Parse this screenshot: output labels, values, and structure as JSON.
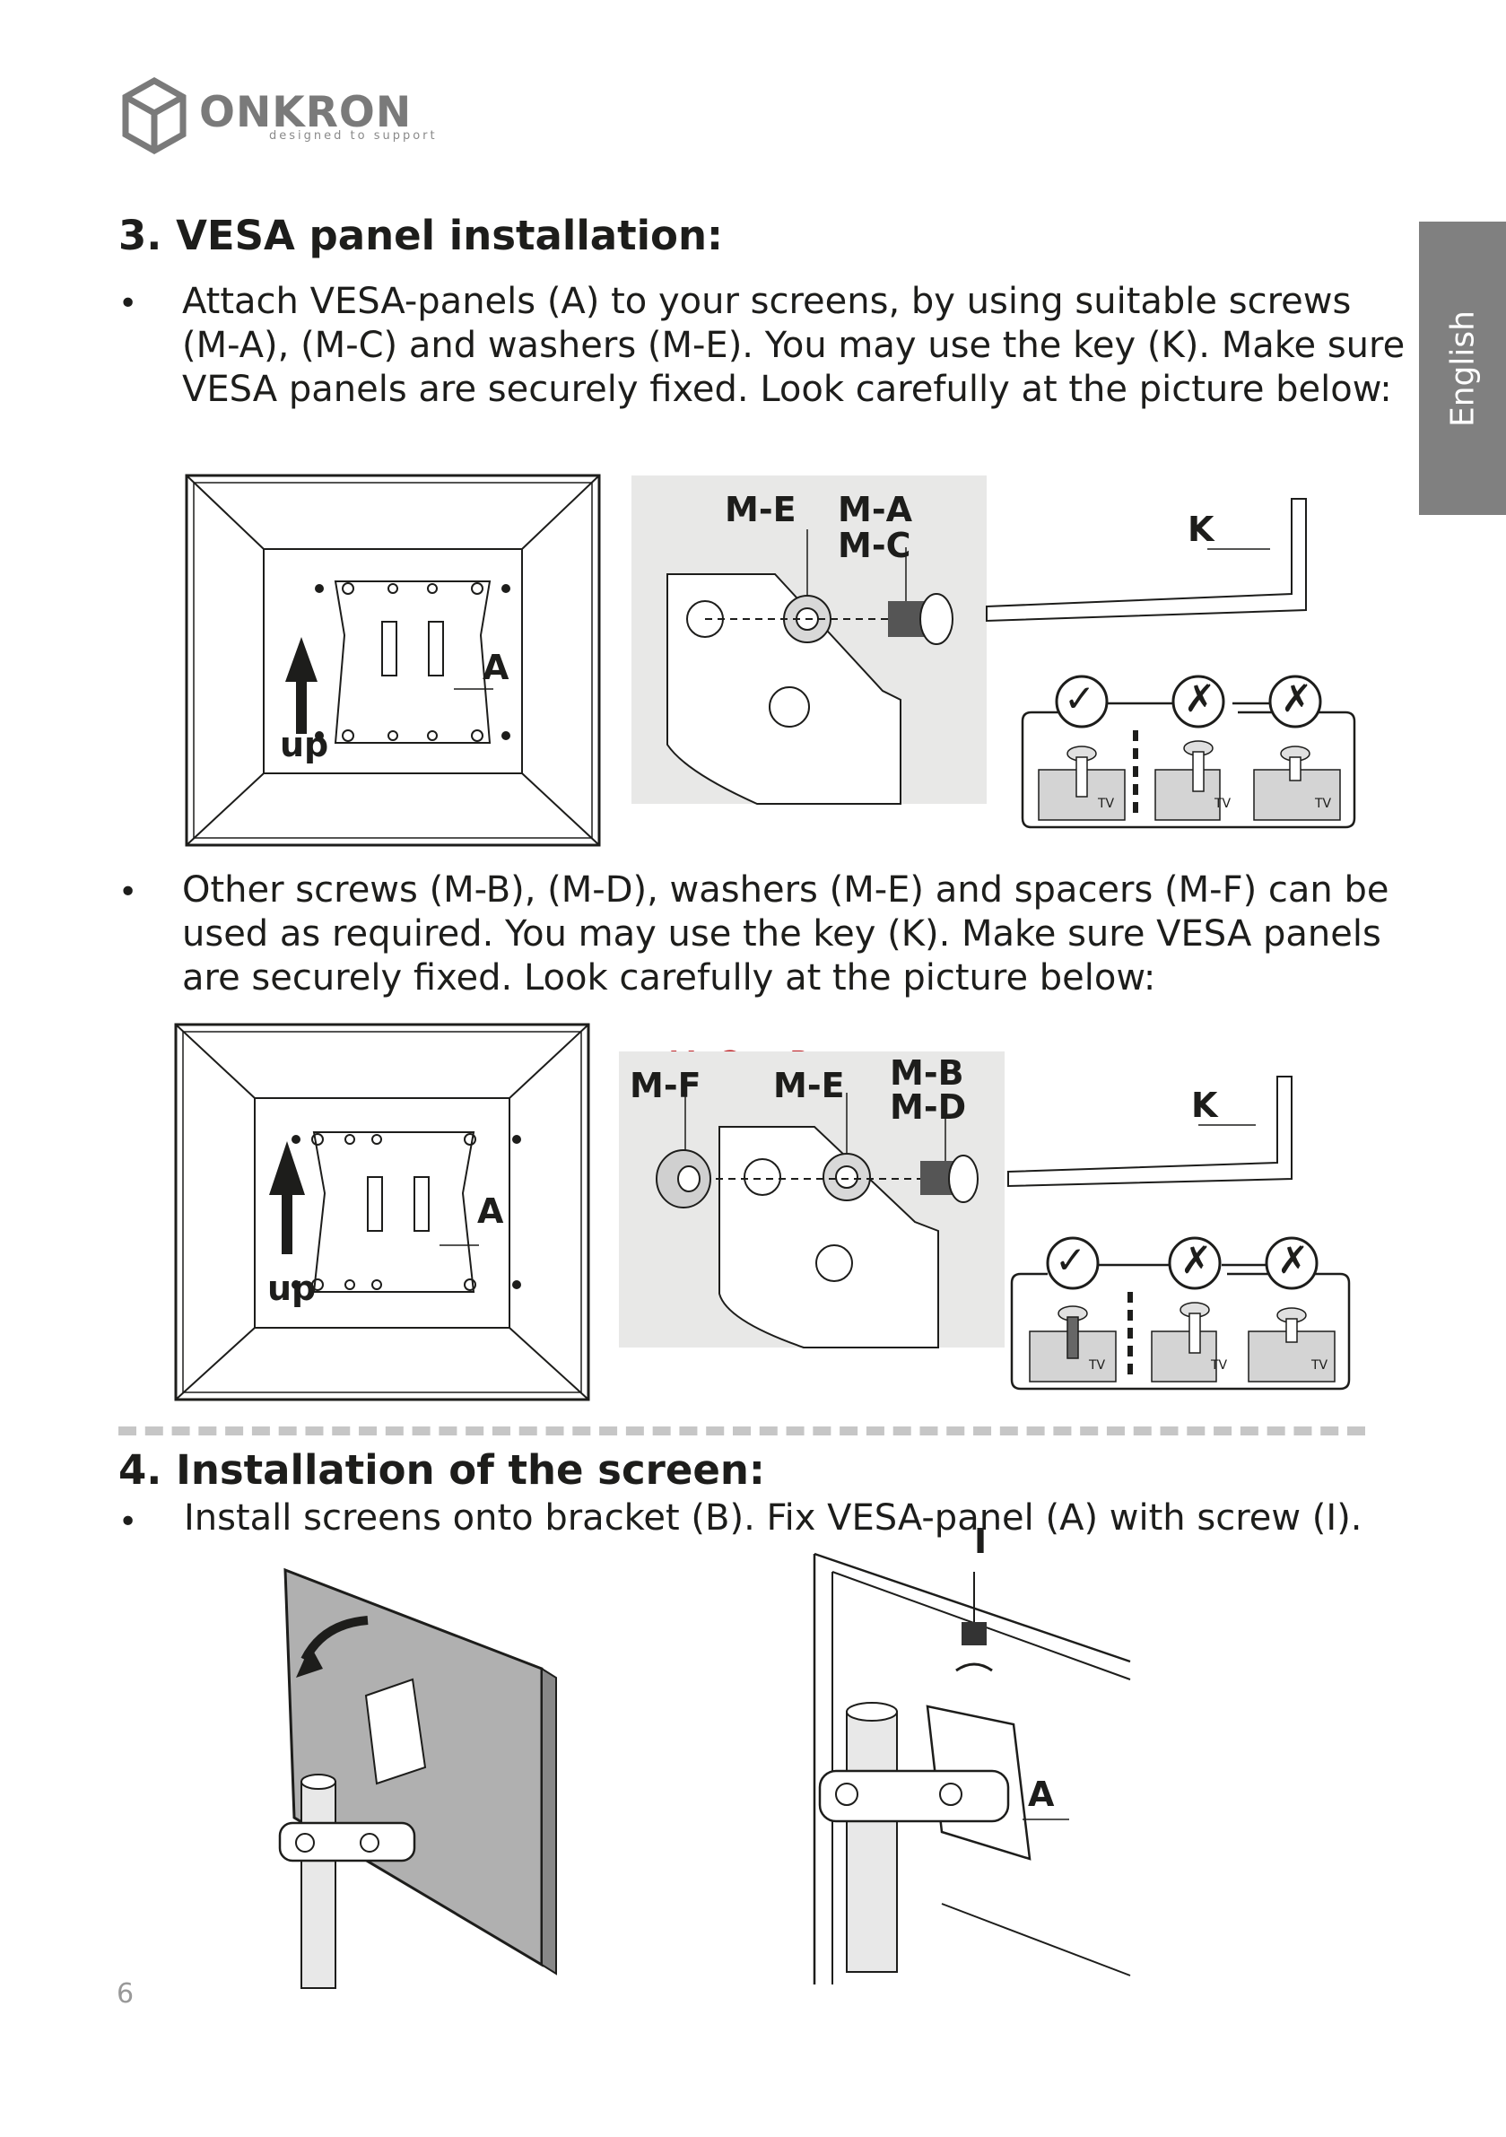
{
  "brand": {
    "name": "ONKRON",
    "tagline": "designed to support"
  },
  "side_tab": {
    "label": "English"
  },
  "section3": {
    "title": "3. VESA panel installation:",
    "bullet1": [
      "Attach VESA-panels (A) to your screens, by using suitable screws",
      "(M-A), (M-C) and washers (M-E). You may use the key (K). Make sure",
      "VESA panels are securely fixed. Look carefully at the picture below:"
    ],
    "bullet2": [
      "Other screws (M-B), (M-D), washers (M-E) and spacers (M-F) can be",
      "used as required. You may use the key (K). Make sure VESA panels",
      "are securely fixed. Look carefully at the picture below:"
    ],
    "bullet_symbol": "•"
  },
  "figure1": {
    "label_up": "up",
    "label_a": "A",
    "label_me": "M-E",
    "label_ma": "M-A",
    "label_mc": "M-C",
    "label_k": "K",
    "check": "✓",
    "cross": "✗",
    "tv": "TV"
  },
  "figure2": {
    "label_up": "up",
    "label_a": "A",
    "label_mf": "M-F",
    "label_me": "M-E",
    "label_mb": "M-B",
    "label_md": "M-D",
    "label_k": "K",
    "check": "✓",
    "cross": "✗",
    "tv": "TV"
  },
  "watermark": "McGrp.Ru",
  "section4": {
    "title": "4. Installation of the screen:",
    "bullet": "Install screens onto bracket (B). Fix VESA-panel (A) with screw (I).",
    "label_i": "I",
    "label_a": "A"
  },
  "page_number": "6"
}
